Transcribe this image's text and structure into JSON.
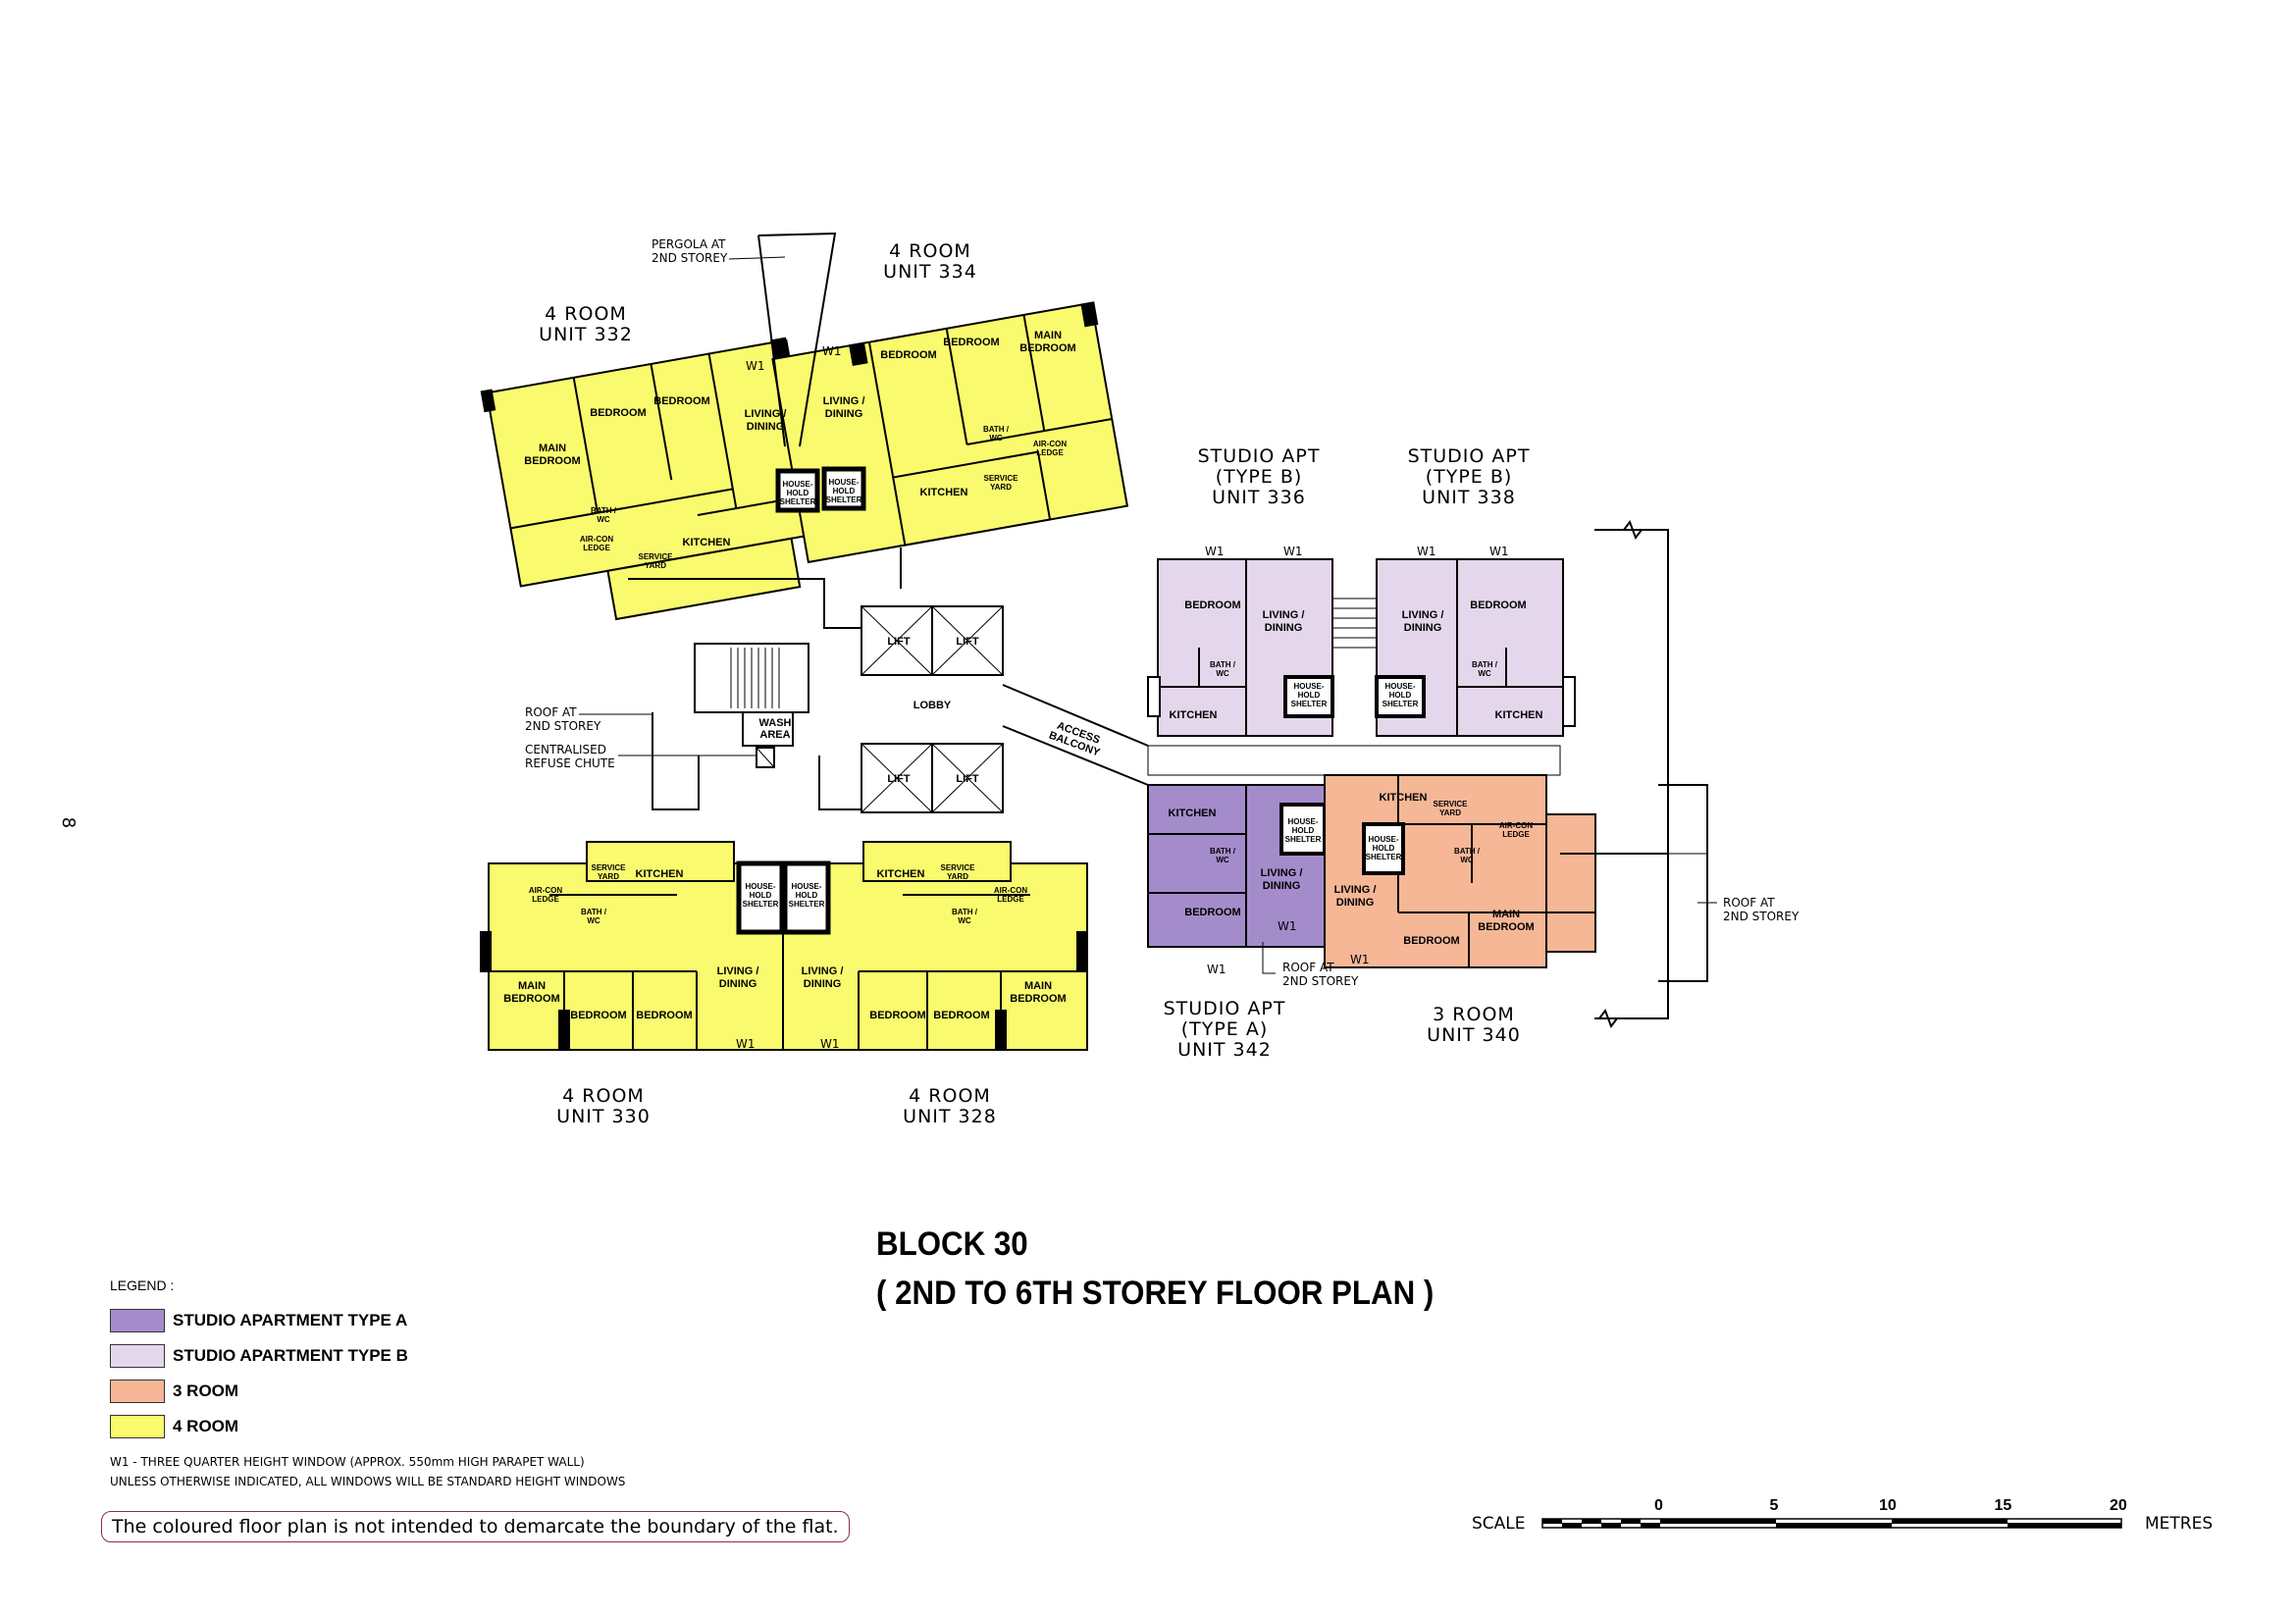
{
  "page_number": "8",
  "title": {
    "line1": "BLOCK 30",
    "line2": "( 2ND TO 6TH STOREY FLOOR PLAN )"
  },
  "colors": {
    "studio_a": "#a48ccb",
    "studio_b": "#e4d7ec",
    "three_room": "#f6b797",
    "four_room": "#fafa6e"
  },
  "units": {
    "u332": {
      "type": "4  ROOM",
      "unit": "UNIT  332"
    },
    "u334": {
      "type": "4  ROOM",
      "unit": "UNIT  334"
    },
    "u330": {
      "type": "4  ROOM",
      "unit": "UNIT  330"
    },
    "u328": {
      "type": "4  ROOM",
      "unit": "UNIT  328"
    },
    "u336": {
      "type": "STUDIO  APT",
      "subtype": "(TYPE  B)",
      "unit": "UNIT  336"
    },
    "u338": {
      "type": "STUDIO  APT",
      "subtype": "(TYPE  B)",
      "unit": "UNIT  338"
    },
    "u342": {
      "type": "STUDIO  APT",
      "subtype": "(TYPE  A)",
      "unit": "UNIT  342"
    },
    "u340": {
      "type": "3  ROOM",
      "unit": "UNIT  340"
    }
  },
  "rooms": {
    "bedroom": "BEDROOM",
    "main_bedroom_l1": "MAIN",
    "main_bedroom_l2": "BEDROOM",
    "living_l1": "LIVING /",
    "living_l2": "DINING",
    "kitchen": "KITCHEN",
    "bath_l1": "BATH /",
    "bath_l2": "WC",
    "service_l1": "SERVICE",
    "service_l2": "YARD",
    "aircon_l1": "AIR-CON",
    "aircon_l2": "LEDGE",
    "hh_l1": "HOUSE-",
    "hh_l2": "HOLD",
    "hh_l3": "SHELTER",
    "lift": "LIFT",
    "lobby": "LOBBY",
    "wash_l1": "WASH",
    "wash_l2": "AREA",
    "access_l1": "ACCESS",
    "access_l2": "BALCONY",
    "w1": "W1"
  },
  "notes": {
    "pergola_l1": "PERGOLA AT",
    "pergola_l2": "2ND STOREY",
    "roof_l1": "ROOF AT",
    "roof_l2": "2ND STOREY",
    "refuse_l1": "CENTRALISED",
    "refuse_l2": "REFUSE CHUTE"
  },
  "legend": {
    "header": "LEGEND :",
    "items": [
      {
        "label": "STUDIO APARTMENT TYPE A",
        "color": "#a48ccb"
      },
      {
        "label": "STUDIO APARTMENT TYPE B",
        "color": "#e4d7ec"
      },
      {
        "label": "3 ROOM",
        "color": "#f6b797"
      },
      {
        "label": "4 ROOM",
        "color": "#fafa6e"
      }
    ],
    "w1_note_l1": "W1  - THREE QUARTER HEIGHT WINDOW (APPROX. 550mm HIGH PARAPET WALL)",
    "w1_note_l2": "UNLESS OTHERWISE INDICATED, ALL WINDOWS WILL BE STANDARD HEIGHT WINDOWS"
  },
  "disclaimer": "The coloured floor plan is not intended to demarcate the boundary of the flat.",
  "scale": {
    "label": "SCALE",
    "unit": "METRES",
    "ticks": [
      "0",
      "5",
      "10",
      "15",
      "20"
    ]
  }
}
